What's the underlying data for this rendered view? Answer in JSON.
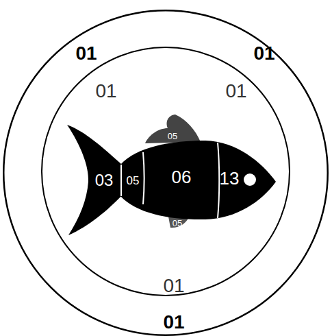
{
  "diagram": {
    "nodes": [
      {
        "text": [
          "01",
          "01",
          "01"
        ]
      },
      {
        "text": [
          "01",
          "01",
          "01"
        ],
        "in": 0
      },
      {
        "text": [
          "03"
        ],
        "in": 1
      },
      {
        "text": [
          "05"
        ],
        "in": 1
      },
      {
        "text": [
          "06"
        ],
        "in": 1
      },
      {
        "text": [
          "13"
        ],
        "in": 1
      },
      {
        "text": [
          "05"
        ],
        "in": 1
      },
      {
        "text": [
          "05"
        ],
        "in": 1
      }
    ]
  }
}
